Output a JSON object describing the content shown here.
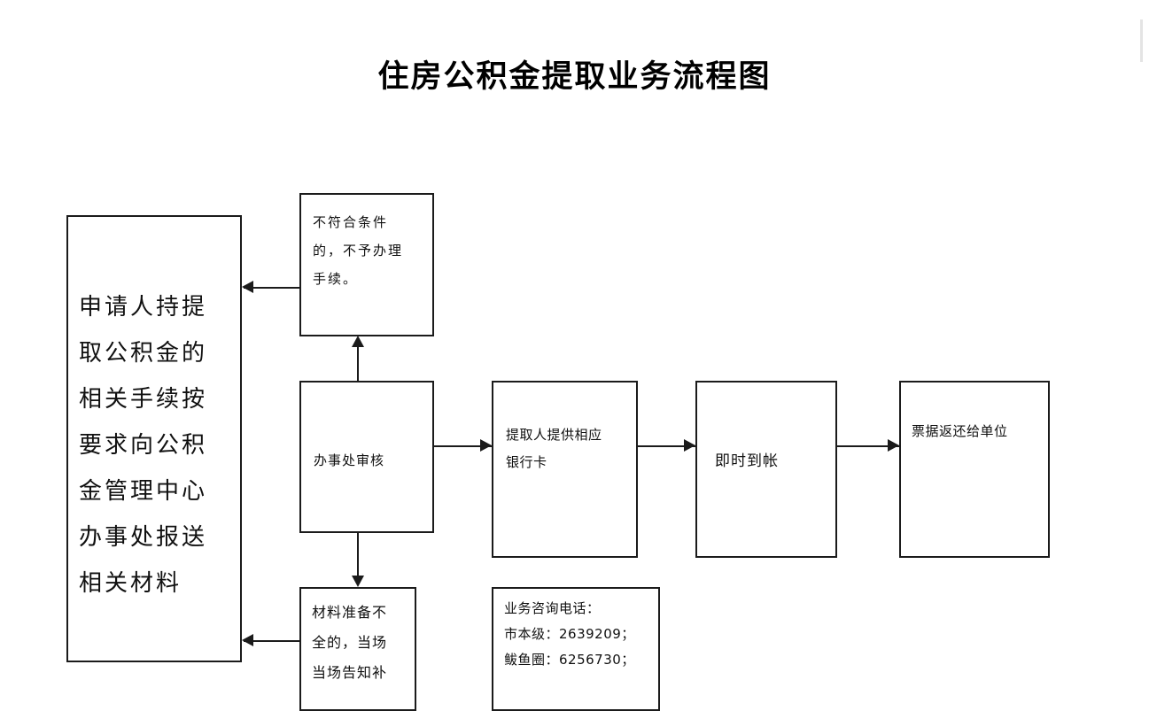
{
  "document": {
    "title": "住房公积金提取业务流程图"
  },
  "flow": {
    "boxes": [
      {
        "id": "apply",
        "name": "applicant-submit-materials",
        "text": "申请人持提\n取公积金的\n相关手续按\n要求向公积\n金管理中心\n办事处报送\n相关材料"
      },
      {
        "id": "reject",
        "name": "not-qualified-no-processing",
        "text": "不符合条件\n的，不予办理\n手续。"
      },
      {
        "id": "review",
        "name": "office-review",
        "text": "办事处审核"
      },
      {
        "id": "bankcard",
        "name": "provide-bank-card",
        "text": "提取人提供相应\n银行卡"
      },
      {
        "id": "arrival",
        "name": "instant-arrival",
        "text": "即时到帐"
      },
      {
        "id": "receipt",
        "name": "receipt-returned-to-employer",
        "text": "票据返还给单位"
      },
      {
        "id": "incomplete",
        "name": "incomplete-materials",
        "text": "材料准备不\n全的，当场\n当场告知补"
      },
      {
        "id": "phone",
        "name": "service-hotline-note",
        "text": "业务咨询电话：\n市本级：2639209；\n鲅鱼圈：6256730；"
      }
    ],
    "connectors": [
      {
        "id": "reject-to-apply",
        "direction": "left"
      },
      {
        "id": "review-to-reject",
        "direction": "up"
      },
      {
        "id": "review-to-bankcard",
        "direction": "right"
      },
      {
        "id": "bankcard-to-arrival",
        "direction": "right"
      },
      {
        "id": "arrival-to-receipt",
        "direction": "right"
      },
      {
        "id": "review-to-incomplete",
        "direction": "down"
      },
      {
        "id": "incomplete-to-apply",
        "direction": "left"
      }
    ]
  },
  "colors": {
    "page_background": "#ffffff",
    "ink": "#1b1b1b",
    "text": "#101010"
  }
}
